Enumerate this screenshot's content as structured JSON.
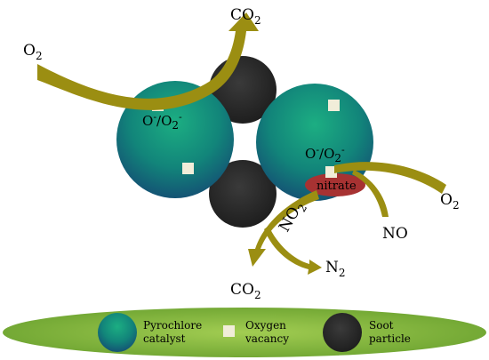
{
  "labels": {
    "co2_top": "CO",
    "co2_top_sub": "2",
    "o2_left": "O",
    "o2_left_sub": "2",
    "o2_right": "O",
    "o2_right_sub": "2",
    "no2": "NO",
    "no2_sub": "2",
    "no": "NO",
    "n2": "N",
    "n2_sub": "2",
    "co2_bottom": "CO",
    "co2_bottom_sub": "2",
    "nitrate": "nitrate",
    "oxygen_species_left": {
      "o": "O",
      "o_sup": "-",
      "slash": "/O",
      "o2_sub": "2",
      "o2_sup": "-"
    },
    "oxygen_species_right": {
      "o": "O",
      "o_sup": "-",
      "slash": "/O",
      "o2_sub": "2",
      "o2_sup": "-"
    }
  },
  "legend": {
    "pyrochlore_line1": "Pyrochlore",
    "pyrochlore_line2": "catalyst",
    "oxygen_line1": "Oxygen",
    "oxygen_line2": "vacancy",
    "soot_line1": "Soot",
    "soot_line2": "particle"
  },
  "colors": {
    "arrow": "#9b8e12",
    "catalyst_top": "#1aa37c",
    "catalyst_bottom": "#15507a",
    "soot": "#2a2a2a",
    "vacancy": "#f1edd9",
    "nitrate": "#a73232",
    "legend_bg": "#8bbe44"
  }
}
